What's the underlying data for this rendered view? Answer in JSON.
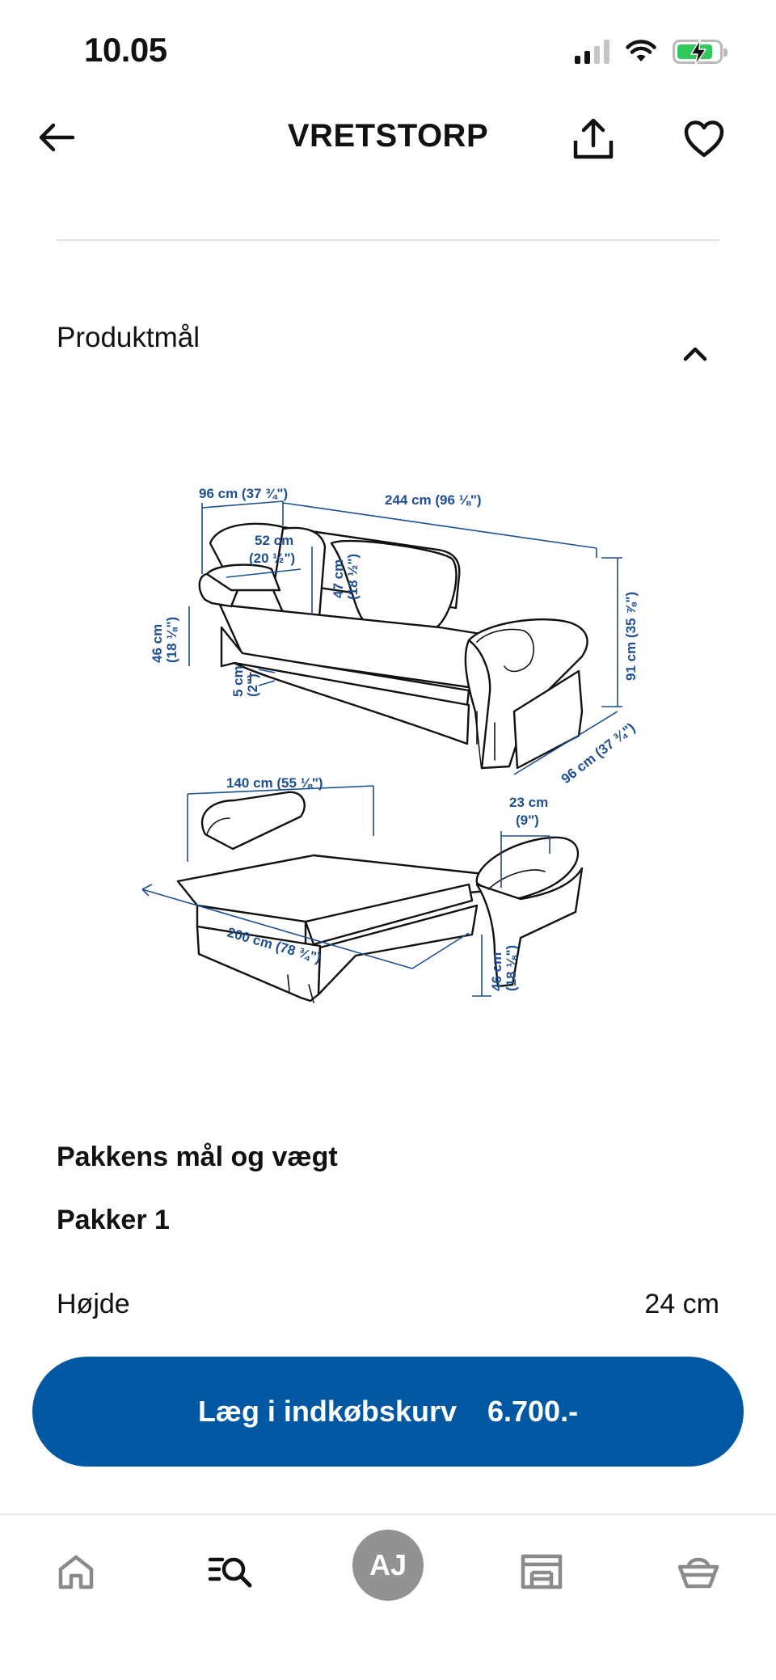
{
  "status_bar": {
    "time": "10.05",
    "signal_bars": 4,
    "signal_bars_active": 2,
    "battery_level": 0.85,
    "battery_color": "#34c759",
    "battery_charging": true
  },
  "header": {
    "title": "VRETSTORP",
    "back_icon": "arrow-left-icon",
    "share_icon": "share-icon",
    "favorite_icon": "heart-icon"
  },
  "accordion": {
    "label": "Produktmål",
    "expanded": true,
    "icon": "chevron-up-icon"
  },
  "diagram": {
    "sofa": {
      "depth_arm": "96 cm (37 ¾\")",
      "width": "244 cm (96 ⅛\")",
      "seat_depth_line1": "52 cm",
      "seat_depth_line2": "(20 ½\")",
      "back_height_line1": "47 cm",
      "back_height_line2": "(18 ½\")",
      "seat_height_line1": "46 cm",
      "seat_height_line2": "(18 ⅛\")",
      "leg_height_line1": "5 cm",
      "leg_height_line2": "(2\")",
      "total_height": "91 cm (35 ⅞\")",
      "depth": "96 cm (37 ¾\")"
    },
    "bed": {
      "bed_width": "140 cm (55 ⅛\")",
      "arm_width_line1": "23 cm",
      "arm_width_line2": "(9\")",
      "bed_length": "200 cm (78 ¾\")",
      "bed_height_line1": "46 cm",
      "bed_height_line2": "(18 ⅛\")"
    }
  },
  "package": {
    "title": "Pakkens mål og vægt",
    "subtitle": "Pakker 1",
    "specs": [
      {
        "label": "Højde",
        "value": "24 cm"
      }
    ]
  },
  "cta": {
    "label": "Læg i indkøbskurv",
    "price": "6.700.-",
    "color": "#0058a3"
  },
  "bottom_nav": {
    "items": [
      {
        "icon": "home-icon"
      },
      {
        "icon": "search-list-icon"
      },
      {
        "avatar_initials": "AJ"
      },
      {
        "icon": "store-icon"
      },
      {
        "icon": "basket-icon"
      }
    ]
  }
}
